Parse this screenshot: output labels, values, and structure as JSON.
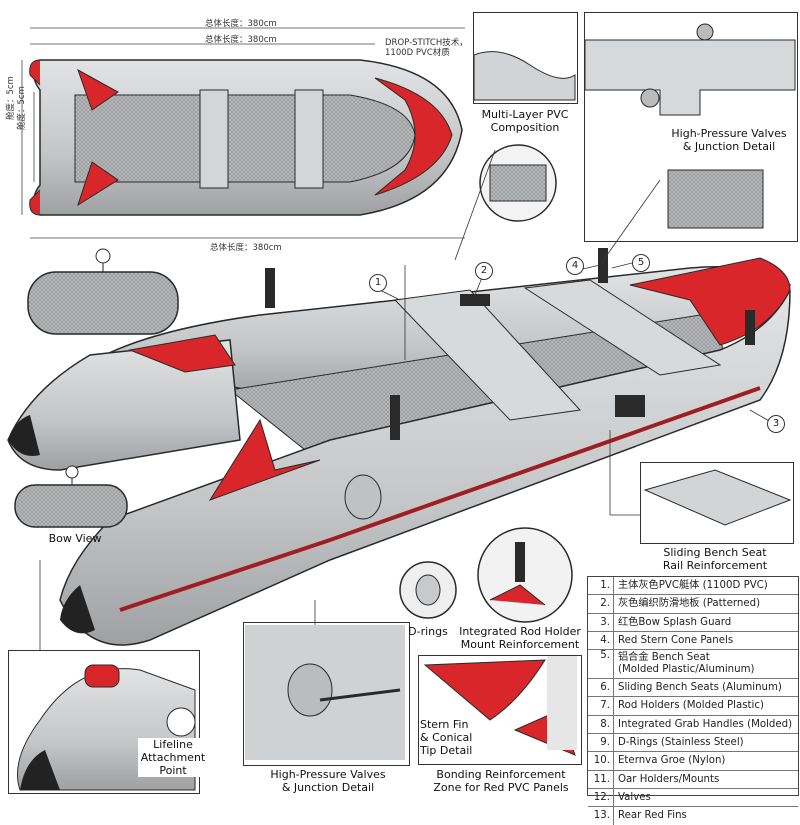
{
  "dimensions": {
    "top_length_1": "总体长度：380cm",
    "top_length_2": "总体长度：380cm",
    "bottom_length": "总体长度：380cm",
    "width_1": "舱度：5cm",
    "width_2": "舱度：5cm",
    "material_note": "DROP-STITCH技术，\n1100D PVC材质"
  },
  "callouts": {
    "multi_layer": "Multi-Layer PVC\nComposition",
    "valves_top": "High-Pressure Valves\n& Junction Detail",
    "bow_view": "Bow View",
    "sliding_rail": "Sliding Bench Seat\nRail Reinforcement",
    "d_rings": "D-rings",
    "rod_holder": "Integrated Rod Holder\nMount Reinforcement",
    "lifeline": "Lifeline\nAttachment\nPoint",
    "valves_bottom": "High-Pressure Valves\n& Junction Detail",
    "stern_fin": "Stern Fin\n& Conical\nTip Detail",
    "bonding": "Bonding Reinforcement\nZone for Red PVC Panels"
  },
  "markers": [
    "1",
    "2",
    "3",
    "4",
    "5"
  ],
  "legend": [
    {
      "n": "1.",
      "label": "主体灰色PVC艇体 (1100D PVC)"
    },
    {
      "n": "2.",
      "label": "灰色编织防滑地板 (Patterned)"
    },
    {
      "n": "3.",
      "label": "红色Bow Splash Guard"
    },
    {
      "n": "4.",
      "label": "Red Stern Cone Panels"
    },
    {
      "n": "5.",
      "label": "铝合金 Bench Seat\n(Molded Plastic/Aluminum)"
    },
    {
      "n": "6.",
      "label": "Sliding Bench Seats (Aluminum)"
    },
    {
      "n": "7.",
      "label": "Rod Holders (Molded Plastic)"
    },
    {
      "n": "8.",
      "label": "Integrated Grab Handles (Molded)"
    },
    {
      "n": "9.",
      "label": "D-Rings (Stainless Steel)"
    },
    {
      "n": "10.",
      "label": "Eternva Groe (Nylon)"
    },
    {
      "n": "11.",
      "label": "Oar Holders/Mounts"
    },
    {
      "n": "12.",
      "label": "Valves"
    },
    {
      "n": "13.",
      "label": "Rear Red Fins"
    }
  ],
  "colors": {
    "hull_gray": "#c9cbcd",
    "accent_red": "#d8262b",
    "floor": "#a9abad",
    "outline": "#2a2a2a"
  }
}
